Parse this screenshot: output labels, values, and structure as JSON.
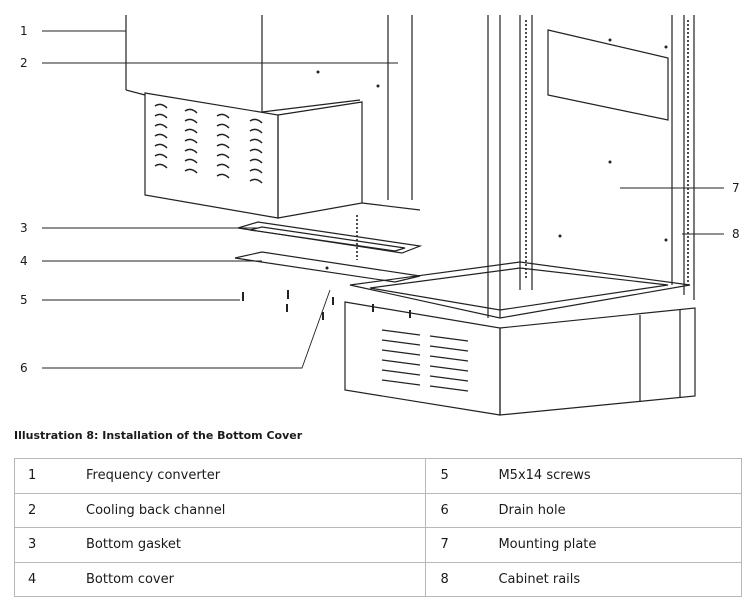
{
  "callouts": [
    {
      "n": "1"
    },
    {
      "n": "2"
    },
    {
      "n": "3"
    },
    {
      "n": "4"
    },
    {
      "n": "5"
    },
    {
      "n": "6"
    },
    {
      "n": "7"
    },
    {
      "n": "8"
    }
  ],
  "caption": "Illustration 8: Installation of the Bottom Cover",
  "legend": [
    {
      "left_num": "1",
      "left_label": "Frequency converter",
      "right_num": "5",
      "right_label": "M5x14 screws"
    },
    {
      "left_num": "2",
      "left_label": "Cooling back channel",
      "right_num": "6",
      "right_label": "Drain hole"
    },
    {
      "left_num": "3",
      "left_label": "Bottom gasket",
      "right_num": "7",
      "right_label": "Mounting plate"
    },
    {
      "left_num": "4",
      "left_label": "Bottom cover",
      "right_num": "8",
      "right_label": "Cabinet rails"
    }
  ]
}
